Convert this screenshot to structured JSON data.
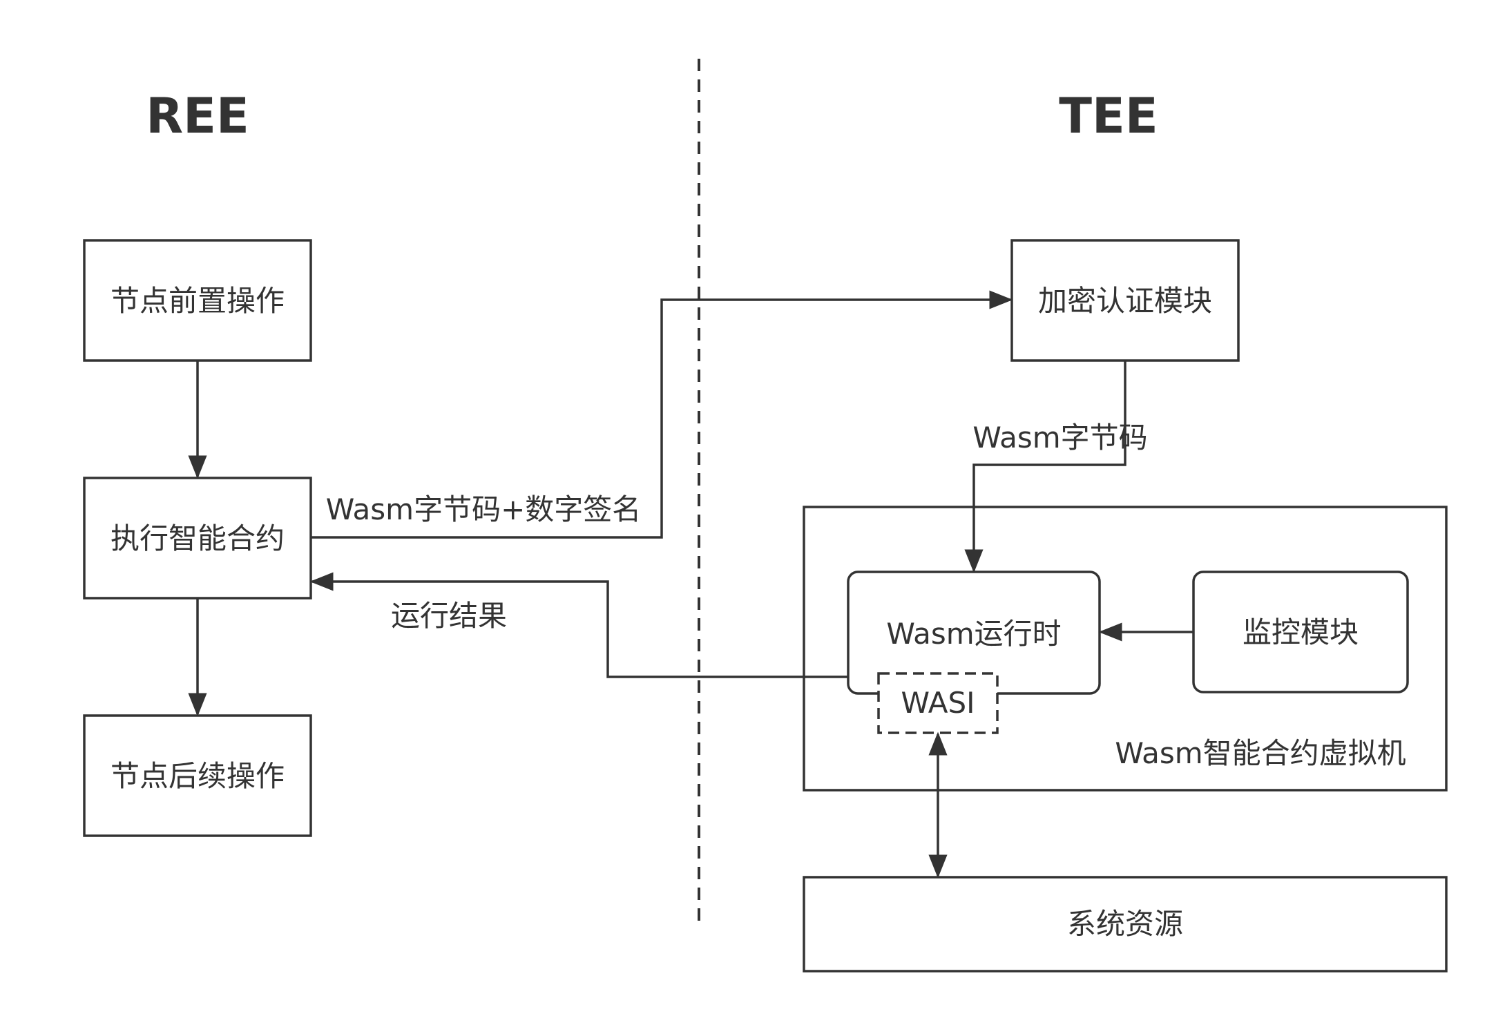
{
  "titles": {
    "left": "REE",
    "right": "TEE"
  },
  "nodes": {
    "pre_op": "节点前置操作",
    "exec_contract": "执行智能合约",
    "post_op": "节点后续操作",
    "crypto_auth": "加密认证模块",
    "wasm_runtime": "Wasm运行时",
    "wasi": "WASI",
    "monitor": "监控模块",
    "vm_container": "Wasm智能合约虚拟机",
    "sys_resources": "系统资源"
  },
  "edges": {
    "bytecode_signature": "Wasm字节码+数字签名",
    "bytecode": "Wasm字节码",
    "run_result": "运行结果"
  },
  "colors": {
    "stroke": "#333333",
    "background": "#ffffff"
  }
}
